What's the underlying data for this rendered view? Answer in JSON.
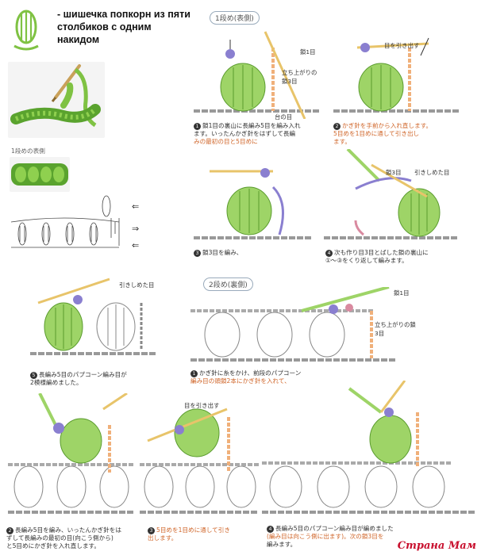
{
  "header": {
    "title": "- шишечка попкорн из пяти столбиков с одним накидом",
    "logo_icon": "popcorn-stitch-icon"
  },
  "left_panel": {
    "photo_caption": "1段めの表側",
    "arrows": [
      "⇐",
      "⇒",
      "⇐"
    ]
  },
  "row1": {
    "label": "1段め(表側)"
  },
  "row2": {
    "label": "2段め(裏側)"
  },
  "colors": {
    "yarn_green": "#7fc243",
    "needle": "#e8c46a",
    "yarn_purple": "#8a7fd0",
    "yarn_pink": "#d98aa0",
    "yarn_peach": "#f0b07a",
    "accent_orange": "#d0662a",
    "watermark_red": "#c8102e"
  },
  "panels": [
    {
      "id": "p1",
      "step": "1",
      "labels": [
        "鎖1目",
        "立ち上がりの鎖3目",
        "台の目"
      ],
      "caption_lines": [
        "鎖1目の裏山に長編み5目を編み入れ",
        "ます。いったんかぎ針をはずして長編",
        "みの最初の目と5目めに"
      ]
    },
    {
      "id": "p2",
      "step": "2",
      "labels": [
        "目を引き出す"
      ],
      "caption_lines": [
        "かぎ針を手前から入れ直します。",
        "5目めを1目めに通して引き出し",
        "ます。"
      ]
    },
    {
      "id": "p3",
      "step": "3",
      "labels": [],
      "caption_lines": [
        "鎖3目を編み、"
      ]
    },
    {
      "id": "p4",
      "step": "4",
      "labels": [
        "鎖3目",
        "引きしめた目"
      ],
      "caption_lines": [
        "次も作り目3目とばした鎖の裏山に",
        "①〜③をくり返して編みます。"
      ]
    },
    {
      "id": "p5",
      "step": "5",
      "labels": [
        "引きしめた目"
      ],
      "caption_lines": [
        "長編み5目のパプコーン編み目が",
        "2模様編めました。"
      ]
    },
    {
      "id": "p6",
      "step": "1",
      "labels": [
        "鎖1目",
        "立ち上がりの鎖3目"
      ],
      "caption_lines": [
        "かぎ針に糸をかけ、前段のパプコーン",
        "編み目の頭鎖2本にかぎ針を入れて、"
      ]
    },
    {
      "id": "p7",
      "step": "2",
      "labels": [],
      "caption_lines": [
        "長編み5目を編み、いったんかぎ針をは",
        "ずして長編みの最初の目(向こう側から)",
        "と5目めにかぎ針を入れ直します。"
      ]
    },
    {
      "id": "p8",
      "step": "3",
      "labels": [
        "目を引き出す"
      ],
      "caption_lines": [
        "5目めを1目めに通して引き",
        "出します。"
      ]
    },
    {
      "id": "p9",
      "step": "4",
      "labels": [],
      "caption_lines": [
        "長編み5目のパプコーン編み目が編めました",
        "(編み目は向こう側に出ます)。次の鎖3目を",
        "編みます。"
      ]
    }
  ],
  "watermark": "Страна Мам"
}
